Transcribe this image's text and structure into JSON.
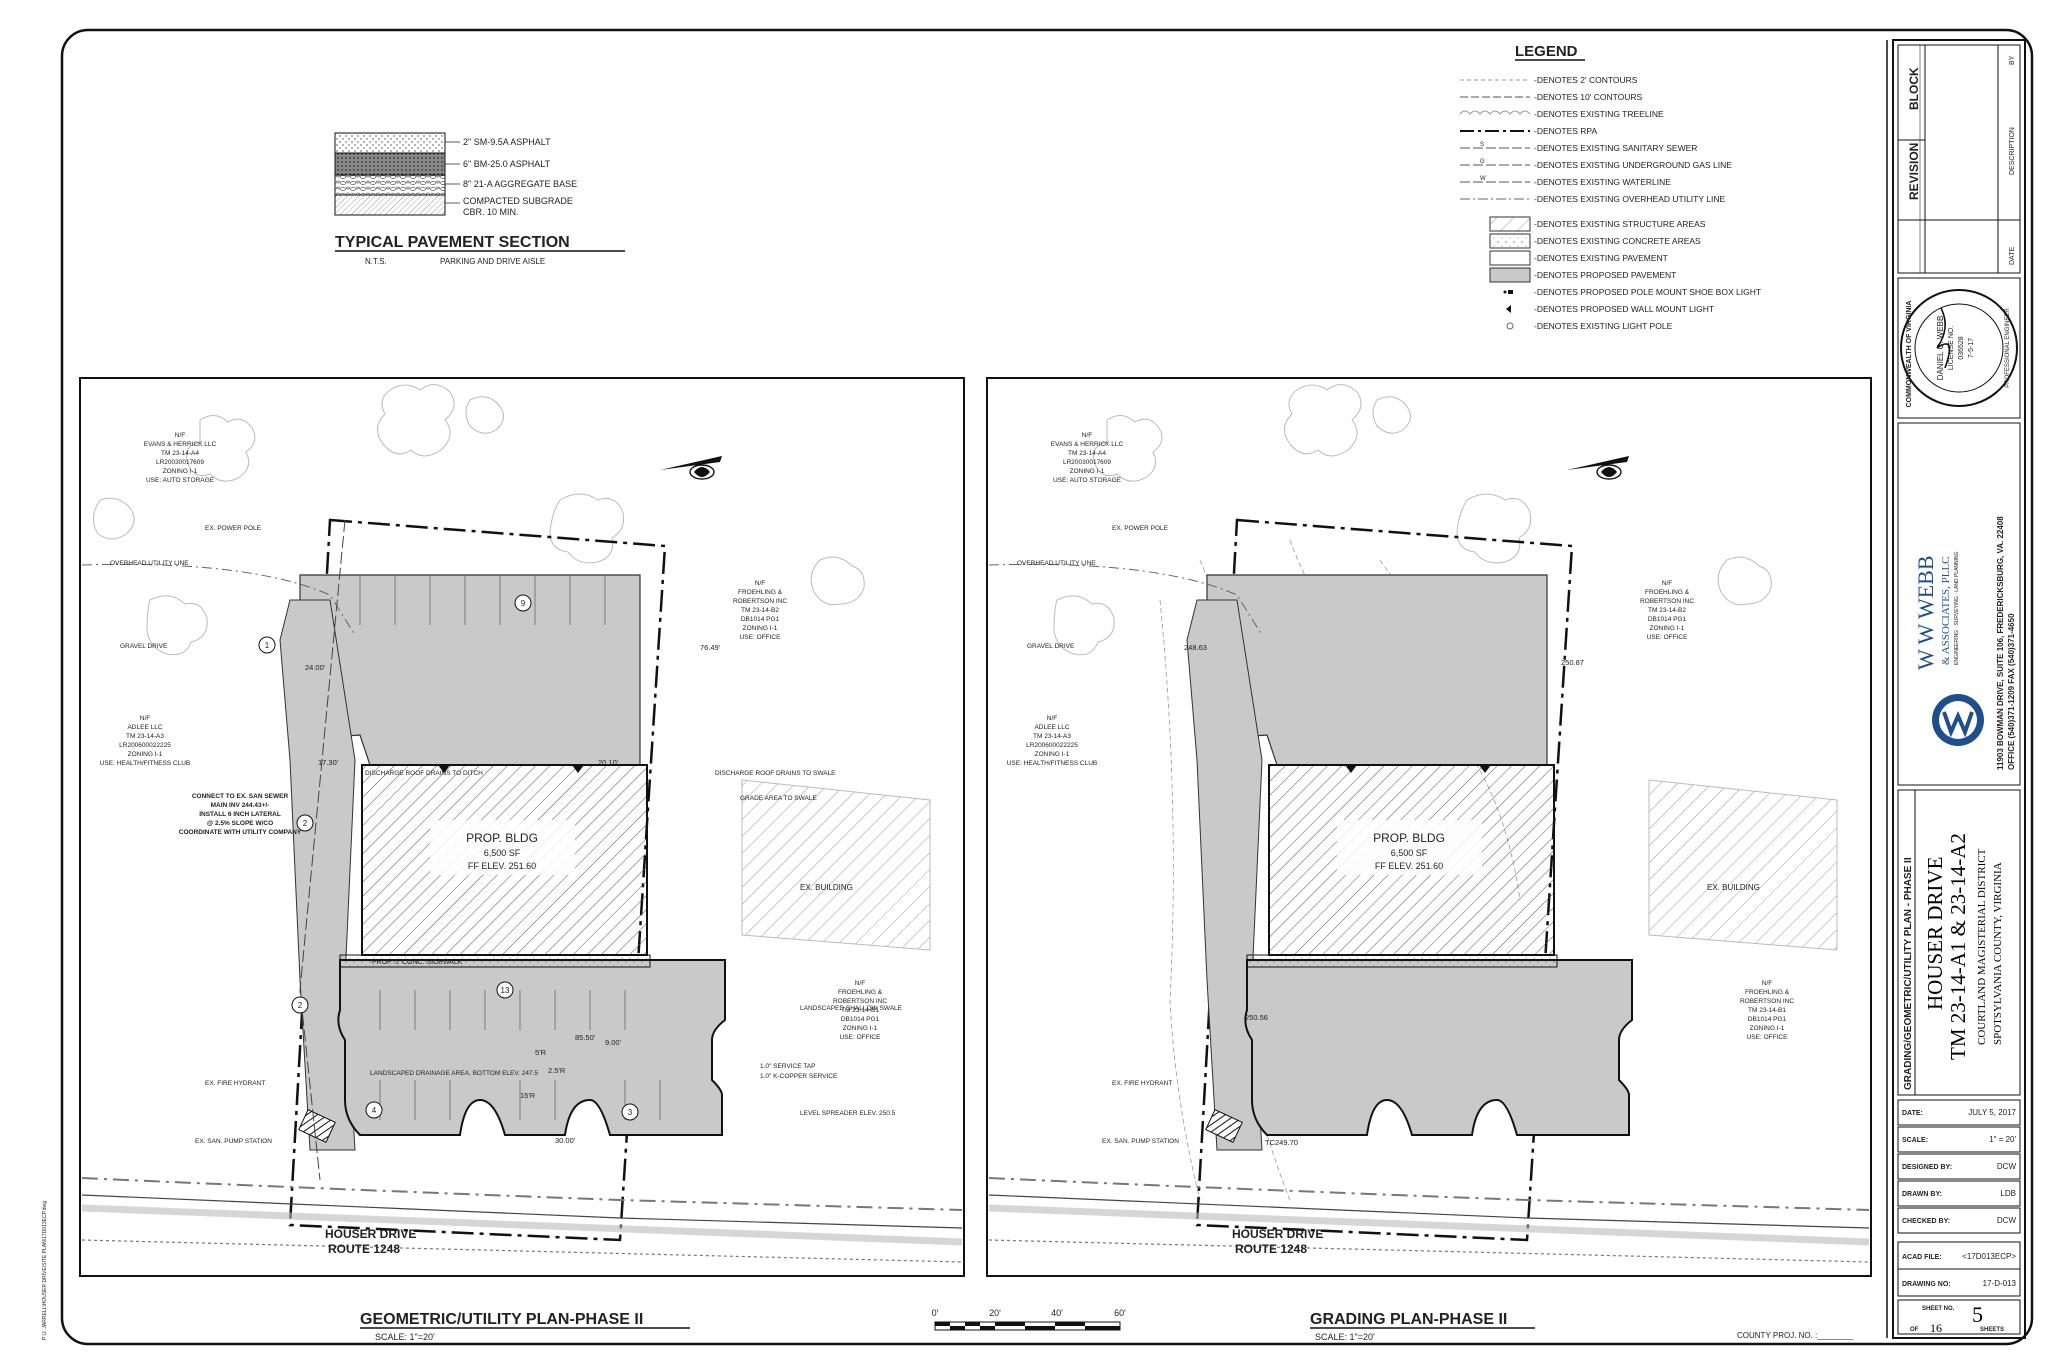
{
  "legend": {
    "title": "LEGEND",
    "items": [
      {
        "label": "-DENOTES 2' CONTOURS",
        "kind": "dash-light"
      },
      {
        "label": "-DENOTES 10' CONTOURS",
        "kind": "dash"
      },
      {
        "label": "-DENOTES EXISTING TREELINE",
        "kind": "scallop"
      },
      {
        "label": "-DENOTES RPA",
        "kind": "dash-heavy"
      },
      {
        "label": "-DENOTES EXISTING SANITARY SEWER",
        "kind": "s-line"
      },
      {
        "label": "-DENOTES EXISTING UNDERGROUND GAS LINE",
        "kind": "g-line"
      },
      {
        "label": "-DENOTES EXISTING WATERLINE",
        "kind": "w-line"
      },
      {
        "label": "-DENOTES EXISTING OVERHEAD UTILITY LINE",
        "kind": "ohu-line"
      },
      {
        "label": "-DENOTES EXISTING STRUCTURE AREAS",
        "kind": "hatch-box"
      },
      {
        "label": "-DENOTES EXISTING CONCRETE AREAS",
        "kind": "dot-box"
      },
      {
        "label": "-DENOTES EXISTING PAVEMENT",
        "kind": "plain-box"
      },
      {
        "label": "-DENOTES PROPOSED PAVEMENT",
        "kind": "gray-box"
      },
      {
        "label": "-DENOTES PROPOSED POLE MOUNT SHOE BOX LIGHT",
        "kind": "pole-light"
      },
      {
        "label": "-DENOTES PROPOSED WALL MOUNT LIGHT",
        "kind": "wall-light"
      },
      {
        "label": "-DENOTES EXISTING LIGHT POLE",
        "kind": "light-pole"
      }
    ]
  },
  "pavement": {
    "title": "TYPICAL PAVEMENT SECTION",
    "nts": "N.T.S.",
    "subtitle": "PARKING AND DRIVE AISLE",
    "layers": [
      "2\" SM-9.5A ASPHALT",
      "6\" BM-25.0 ASPHALT",
      "8\" 21-A AGGREGATE BASE",
      "COMPACTED SUBGRADE",
      "CBR. 10 MIN."
    ]
  },
  "plans": [
    {
      "title": "GEOMETRIC/UTILITY PLAN-PHASE II",
      "scale": "SCALE: 1\"=20'",
      "bldg_label": "PROP. BLDG",
      "bldg_area": "6,500 SF",
      "bldg_elev": "FF ELEV. 251.60",
      "road_name": "HOUSER DRIVE",
      "road_route": "ROUTE 1248",
      "ex_building": "EX. BUILDING",
      "sidewalk": "PROP. 5' CONC. SIDEWALK",
      "parcel_north": [
        "N/F",
        "EVANS & HERRICK LLC",
        "TM 23-14-A4",
        "LR20030017609",
        "ZONING I-1",
        "USE: AUTO STORAGE"
      ],
      "parcel_west": [
        "N/F",
        "ADLEE LLC",
        "TM 23-14-A3",
        "LR200600022225",
        "ZONING I-1",
        "USE: HEALTH/FITNESS CLUB"
      ],
      "parcel_east1": [
        "N/F",
        "FROEHLING &",
        "ROBERTSON INC",
        "TM 23-14-B2",
        "DB1014 PG1",
        "ZONING I-1",
        "USE: OFFICE"
      ],
      "parcel_east2": [
        "N/F",
        "FROEHLING &",
        "ROBERTSON INC",
        "TM 23-14-B1",
        "DB1014 PG1",
        "ZONING I-1",
        "USE: OFFICE"
      ],
      "notes": [
        "CONNECT TO EX. SAN SEWER",
        "MAIN INV 244.43+/-",
        "INSTALL 6 INCH LATERAL",
        "@ 2.5% SLOPE W/CO",
        "COORDINATE WITH UTILITY COMPANY"
      ],
      "annotations": [
        "DISCHARGE ROOF DRAINS TO DITCH",
        "DISCHARGE ROOF DRAINS TO SWALE",
        "GRADE AREA TO SWALE",
        "LANDSCAPED DRAINAGE AREA, BOTTOM ELEV. 247.5",
        "LEVEL SPREADER ELEV. 250.5",
        "LANDSCAPED SHALLOW SWALE",
        "1.0\" SERVICE TAP",
        "1.0\" K-COPPER SERVICE",
        "OVERHEAD UTILITY LINE",
        "EX. POWER POLE",
        "GRAVEL DRIVE",
        "EX. FIRE HYDRANT",
        "EX. SAN. PUMP STATION"
      ],
      "dims": [
        "24.00'",
        "17.30'",
        "20.10'",
        "76.49'",
        "85.50'",
        "30.00'",
        "9.00'",
        "2.5'R",
        "5'R",
        "15'R"
      ]
    },
    {
      "title": "GRADING PLAN-PHASE II",
      "scale": "SCALE: 1\"=20'",
      "bldg_label": "PROP. BLDG",
      "bldg_area": "6,500 SF",
      "bldg_elev": "FF ELEV. 251.60",
      "road_name": "HOUSER DRIVE",
      "road_route": "ROUTE 1248",
      "ex_building": "EX. BUILDING",
      "sidewalk": "",
      "parcel_north": [
        "N/F",
        "EVANS & HERRICK LLC",
        "TM 23-14-A4",
        "LR20030017609",
        "ZONING I-1",
        "USE: AUTO STORAGE"
      ],
      "parcel_west": [
        "N/F",
        "ADLEE LLC",
        "TM 23-14-A3",
        "LR200600022225",
        "ZONING I-1",
        "USE: HEALTH/FITNESS CLUB"
      ],
      "parcel_east1": [
        "N/F",
        "FROEHLING &",
        "ROBERTSON INC",
        "TM 23-14-B2",
        "DB1014 PG1",
        "ZONING I-1",
        "USE: OFFICE"
      ],
      "parcel_east2": [
        "N/F",
        "FROEHLING &",
        "ROBERTSON INC",
        "TM 23-14-B1",
        "DB1014 PG1",
        "ZONING I-1",
        "USE: OFFICE"
      ],
      "notes": [],
      "annotations": [
        "OVERHEAD UTILITY LINE",
        "EX. POWER POLE",
        "GRAVEL DRIVE",
        "EX. FIRE HYDRANT",
        "EX. SAN. PUMP STATION"
      ],
      "dims": [
        "TC249.70",
        "250.56",
        "248.63",
        "250.87"
      ]
    }
  ],
  "scale_bar": {
    "labels": [
      "0'",
      "20'",
      "40'",
      "60'"
    ]
  },
  "county_proj": "COUNTY PROJ. NO. :________",
  "title_block": {
    "revision_header": [
      "REVISION",
      "BLOCK"
    ],
    "revision_cols": [
      "DATE",
      "DESCRIPTION",
      "BY"
    ],
    "seal_lines": [
      "COMMONWEALTH OF VIRGINIA",
      "DANIEL C. WEBB",
      "LICENSE NO.",
      "036528",
      "7-5-17",
      "PROFESSIONAL ENGINEER"
    ],
    "company_name": "W W WEBB",
    "company_sub": "& ASSOCIATES, PLLC",
    "company_tag": "ENGINEERING · SURVEYING · LAND PLANNING",
    "company_address": "11903 BOWMAN DRIVE, SUITE 106, FREDERICKSBURG, VA. 22408",
    "company_phone": "OFFICE (540)371-1209     FAX (540)371-4650",
    "sheet_title": "GRADING/GEOMETRIC/UTILITY PLAN - PHASE II",
    "project_name": "HOUSER DRIVE",
    "project_tm": "TM 23-14-A1 & 23-14-A2",
    "project_district": "COURTLAND MAGISTERIAL DISTRICT",
    "project_county": "SPOTSYLVANIA COUNTY, VIRGINIA",
    "fields": [
      {
        "label": "DATE:",
        "value": "JULY 5, 2017"
      },
      {
        "label": "SCALE:",
        "value": "1\" = 20'"
      },
      {
        "label": "DESIGNED BY:",
        "value": "DCW"
      },
      {
        "label": "DRAWN BY:",
        "value": "LDB"
      },
      {
        "label": "CHECKED BY:",
        "value": "DCW"
      }
    ],
    "acad_label": "ACAD FILE:",
    "acad_value": "<17D013ECP>",
    "drawing_label": "DRAWING NO:",
    "drawing_value": "17-D-013",
    "sheet_no_label": "SHEET NO.",
    "sheet_no": "5",
    "sheet_of": "OF",
    "sheet_total": "16",
    "sheets_word": "SHEETS"
  },
  "file_path": "P:\\J. JARRELL\\HOUSER DRIVE\\SITE PLAN\\17D013ECP.dwg"
}
